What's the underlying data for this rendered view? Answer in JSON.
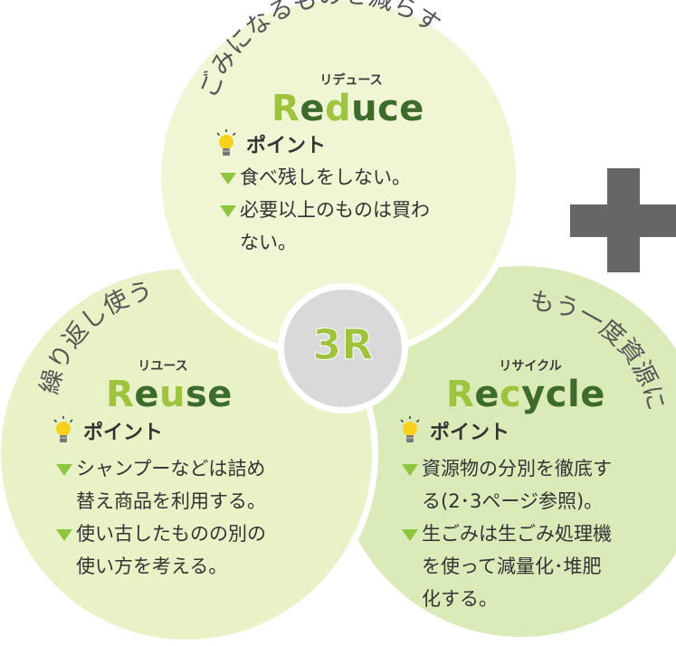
{
  "center_label": "3R",
  "reduce": {
    "arc_text": "ごみになるものを減らす",
    "kana": "リデュース",
    "title_letters": [
      "R",
      "e",
      "d",
      "u",
      "c",
      "e"
    ],
    "point_label": "ポイント",
    "items": [
      "食べ残しをしない。",
      "必要以上のものは買わ",
      "ない。"
    ]
  },
  "reuse": {
    "arc_text": "繰り返し使う",
    "kana": "リユース",
    "title_letters": [
      "R",
      "e",
      "u",
      "s",
      "e"
    ],
    "point_label": "ポイント",
    "items": [
      "シャンプーなどは詰め",
      "替え商品を利用する。",
      "使い古したものの別の",
      "使い方を考える。"
    ]
  },
  "recycle": {
    "arc_text": "もう一度資源に",
    "kana": "リサイクル",
    "title_letters": [
      "R",
      "e",
      "c",
      "y",
      "c",
      "l",
      "e"
    ],
    "point_label": "ポイント",
    "items": [
      "資源物の分別を徹底す",
      "る(2･3ページ参照)。",
      "生ごみは生ごみ処理機",
      "を使って減量化･堆肥",
      "化する。"
    ]
  },
  "colors": {
    "accent_green": "#8cc63f",
    "title_dark": "#3d6b2c",
    "title_light": "#9ec33c",
    "reduce_circle": "#f0f5d4",
    "reuse_circle": "#e9f1c6",
    "recycle_circle": "#dbeab9",
    "center_circle": "#d9d9d9",
    "plus": "#666666"
  },
  "icons": {
    "bulb": "light-bulb-icon",
    "bullet": "triangle-down-icon",
    "plus": "plus-icon"
  }
}
